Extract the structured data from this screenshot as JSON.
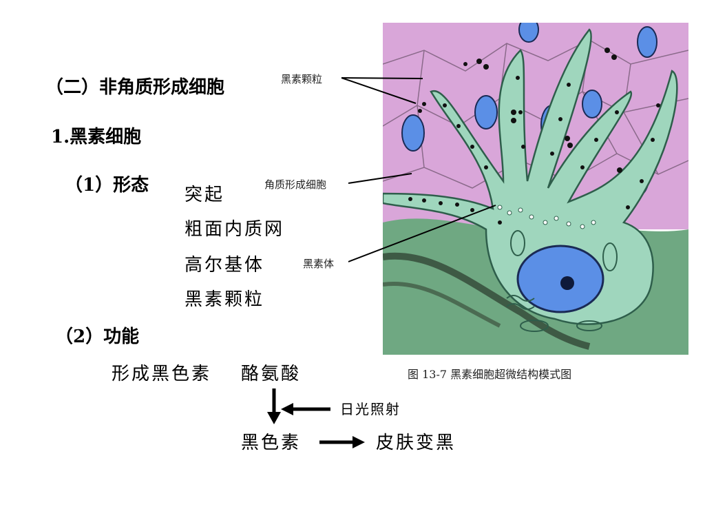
{
  "heading": "（二）非角质形成细胞",
  "subheading": "1.黑素细胞",
  "morphology": {
    "label": "（1）形态",
    "items": [
      "突起",
      "粗面内质网",
      "高尔基体",
      "黑素颗粒"
    ]
  },
  "function": {
    "label": "（2）功能",
    "line1": "形成黑色素",
    "tyrosine": "酪氨酸",
    "sunlight": "日光照射",
    "melanin": "黑色素",
    "skin_dark": "皮肤变黑"
  },
  "figure": {
    "label_granules": "黑素颗粒",
    "label_keratinocyte": "角质形成细胞",
    "label_melanosome": "黑素体",
    "caption": "图 13-7 黑素细胞超微结构模式图"
  },
  "colors": {
    "background": "#ffffff",
    "keratinocyte_pink": "#d9a6d9",
    "melanocyte_green": "#9fd6bd",
    "nucleus_blue": "#5b8fe6",
    "dermis_green": "#6fa882"
  }
}
